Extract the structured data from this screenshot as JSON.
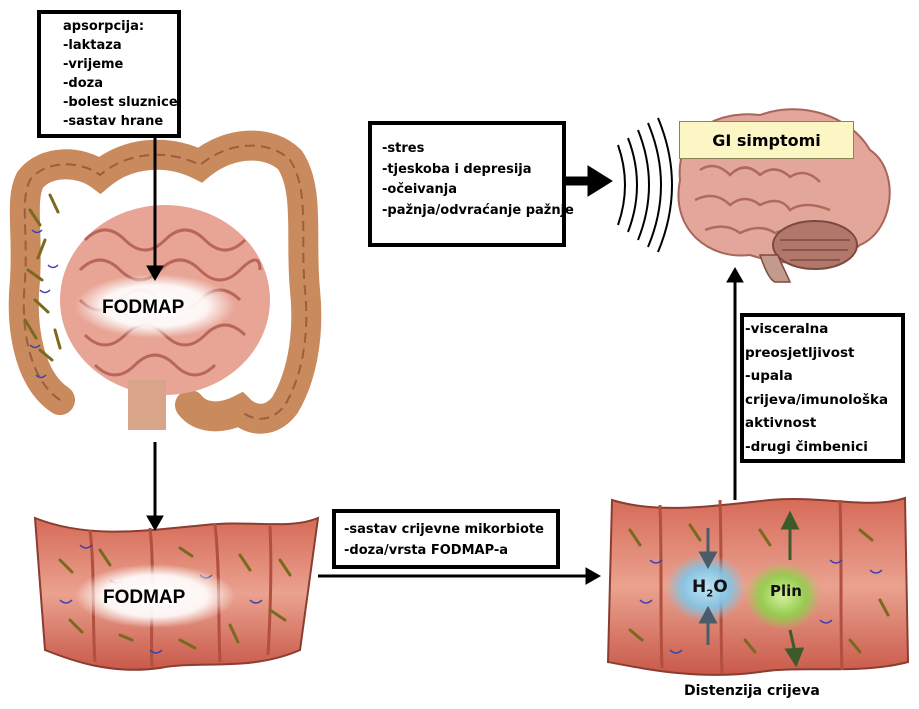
{
  "absorption_box": {
    "lines": [
      "apsorpcija:",
      "-laktaza",
      "-vrijeme",
      "-doza",
      "-bolest sluznice",
      "-sastav hrane"
    ]
  },
  "psych_box": {
    "lines": [
      "-stres",
      "-tjeskoba i depresija",
      "-očeivanja",
      "-pažnja/odvraćanje pažnje"
    ]
  },
  "visceral_box": {
    "lines": [
      "-visceralna",
      "preosjetljivost",
      "-upala",
      "crijeva/imunološka",
      "aktivnost",
      "-drugi čimbenici"
    ]
  },
  "microbiota_box": {
    "lines": [
      "-sastav crijevne mikorbiote",
      "-doza/vrsta FODMAP-a"
    ]
  },
  "gi_symptoms_label": "GI simptomi",
  "gut_fodmap_label": "FODMAP",
  "segment_fodmap_label": "FODMAP",
  "distension": {
    "title": "Distenzija crijeva",
    "water_label": "H",
    "water_sub": "2",
    "water_tail": "O",
    "gas_label": "Plin"
  },
  "colors": {
    "tissue": "#c9695a",
    "tissue_light": "#e9a695",
    "colon": "#c98a5e",
    "brain": "#e2a79a",
    "gi_label_bg": "#fbf6c4",
    "water_glow": "#7fc6e8",
    "gas_glow": "#8fd14a"
  }
}
